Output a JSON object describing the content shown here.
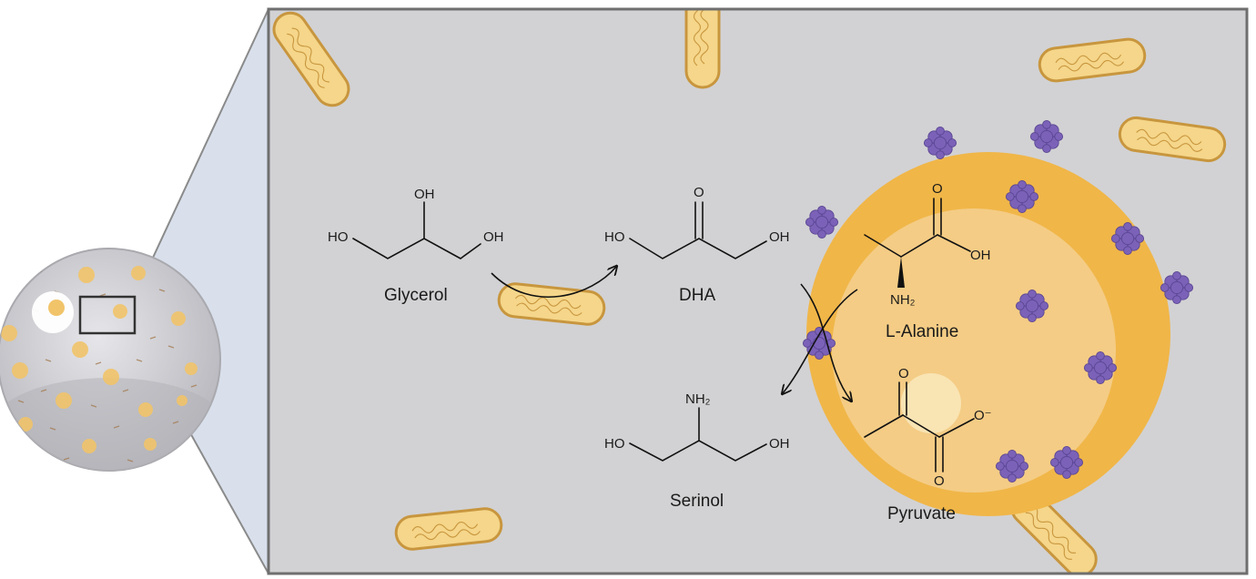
{
  "colors": {
    "panel_fill": "#d2d2d4",
    "panel_border": "#6f6f6f",
    "zoom_cone": "#d9e0ec",
    "bacteria_fill": "#f5d68a",
    "bacteria_stroke": "#c8963e",
    "cell_outer": "#f0b648",
    "cell_inner": "#f4cc85",
    "enzyme": "#7b62b8"
  },
  "icons": {
    "overview_sphere": "bead-sphere-icon",
    "bacterium": "rod-bacterium-icon",
    "enzyme": "enzyme-cluster-icon",
    "cell": "immobilized-cell-icon"
  },
  "molecules": {
    "glycerol": {
      "name": "Glycerol",
      "oh_top": "OH",
      "ho_left": "HO",
      "oh_right": "OH"
    },
    "dha": {
      "name": "DHA",
      "o_top": "O",
      "ho_left": "HO",
      "oh_right": "OH"
    },
    "alanine": {
      "name": "L-Alanine",
      "o_top": "O",
      "oh": "OH",
      "nh2": "NH₂"
    },
    "serinol": {
      "name": "Serinol",
      "nh2": "NH₂",
      "ho_left": "HO",
      "oh_right": "OH"
    },
    "pyruvate": {
      "name": "Pyruvate",
      "o_top": "O",
      "o_bottom": "O",
      "o_minus": "O⁻"
    }
  }
}
